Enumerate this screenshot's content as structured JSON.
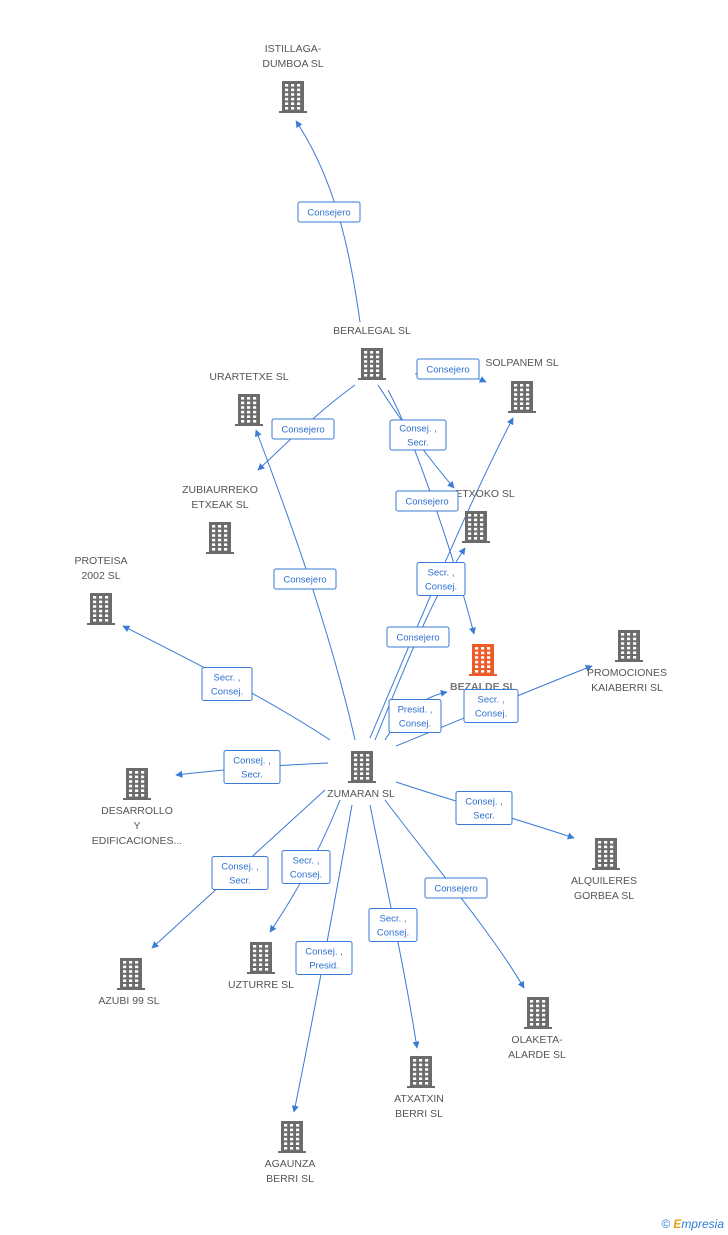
{
  "colors": {
    "edge": "#3a7bd5",
    "node": "#6b6b6b",
    "focus_node": "#f05a28"
  },
  "nodes": [
    {
      "id": "istillaga",
      "label": [
        "ISTILLAGA-",
        "DUMBOA SL"
      ],
      "icon": "building-icon"
    },
    {
      "id": "beralegal",
      "label": [
        "BERALEGAL SL"
      ],
      "icon": "building-icon"
    },
    {
      "id": "solpanem",
      "label": [
        "SOLPANEM SL"
      ],
      "icon": "building-icon"
    },
    {
      "id": "urartetxe",
      "label": [
        "URARTETXE SL"
      ],
      "icon": "building-icon"
    },
    {
      "id": "zubiaurreko",
      "label": [
        "ZUBIAURREKO",
        "ETXEAK SL"
      ],
      "icon": "building-icon"
    },
    {
      "id": "etxoko",
      "label": [
        "ETXOKO SL"
      ],
      "icon": "building-icon"
    },
    {
      "id": "proteisa",
      "label": [
        "PROTEISA",
        "2002 SL"
      ],
      "icon": "building-icon"
    },
    {
      "id": "bezalde",
      "label": [
        "BEZALDE SL"
      ],
      "icon": "building-icon",
      "focus": true
    },
    {
      "id": "promociones",
      "label": [
        "PROMOCIONES",
        "KAIABERRI SL"
      ],
      "icon": "building-icon"
    },
    {
      "id": "zumaran",
      "label": [
        "ZUMARAN SL"
      ],
      "icon": "building-icon"
    },
    {
      "id": "desarrollo",
      "label": [
        "DESARROLLO",
        "Y",
        "EDIFICACIONES..."
      ],
      "icon": "building-icon"
    },
    {
      "id": "alquileres",
      "label": [
        "ALQUILERES",
        "GORBEA SL"
      ],
      "icon": "building-icon"
    },
    {
      "id": "azubi",
      "label": [
        "AZUBI 99 SL"
      ],
      "icon": "building-icon"
    },
    {
      "id": "uzturre",
      "label": [
        "UZTURRE SL"
      ],
      "icon": "building-icon"
    },
    {
      "id": "olaketa",
      "label": [
        "OLAKETA-",
        "ALARDE SL"
      ],
      "icon": "building-icon"
    },
    {
      "id": "atxatxin",
      "label": [
        "ATXATXIN",
        "BERRI SL"
      ],
      "icon": "building-icon"
    },
    {
      "id": "agaunza",
      "label": [
        "AGAUNZA",
        "BERRI SL"
      ],
      "icon": "building-icon"
    }
  ],
  "edges": [
    {
      "from": "beralegal",
      "to": "istillaga",
      "label": [
        "Consejero"
      ]
    },
    {
      "from": "beralegal",
      "to": "solpanem",
      "label": [
        "Consejero"
      ]
    },
    {
      "from": "beralegal",
      "to": "zubiaurreko",
      "label": [
        "Consejero"
      ]
    },
    {
      "from": "beralegal",
      "to": "etxoko",
      "label": [
        "Consej. ,",
        "Secr."
      ]
    },
    {
      "from": "beralegal",
      "to": "bezalde",
      "label": [
        "Consejero"
      ]
    },
    {
      "from": "zumaran",
      "to": "urartetxe",
      "label": [
        "Consejero"
      ]
    },
    {
      "from": "zumaran",
      "to": "solpanem",
      "label": [
        "Secr. ,",
        "Consej."
      ]
    },
    {
      "from": "zumaran",
      "to": "etxoko",
      "label": [
        "Consejero"
      ]
    },
    {
      "from": "zumaran",
      "to": "proteisa",
      "label": [
        "Secr. ,",
        "Consej."
      ]
    },
    {
      "from": "zumaran",
      "to": "bezalde",
      "label": [
        "Presid. ,",
        "Consej."
      ]
    },
    {
      "from": "zumaran",
      "to": "promociones",
      "label": [
        "Secr. ,",
        "Consej."
      ]
    },
    {
      "from": "zumaran",
      "to": "desarrollo",
      "label": [
        "Consej. ,",
        "Secr."
      ]
    },
    {
      "from": "zumaran",
      "to": "alquileres",
      "label": [
        "Consej. ,",
        "Secr."
      ]
    },
    {
      "from": "zumaran",
      "to": "azubi",
      "label": [
        "Consej. ,",
        "Secr."
      ]
    },
    {
      "from": "zumaran",
      "to": "uzturre",
      "label": [
        "Secr. ,",
        "Consej."
      ]
    },
    {
      "from": "zumaran",
      "to": "olaketa",
      "label": [
        "Consejero"
      ]
    },
    {
      "from": "zumaran",
      "to": "atxatxin",
      "label": [
        "Secr. ,",
        "Consej."
      ]
    },
    {
      "from": "zumaran",
      "to": "agaunza",
      "label": [
        "Consej. ,",
        "Presid."
      ]
    }
  ],
  "brand": {
    "copyright": "©",
    "first_letter": "E",
    "rest": "mpresia"
  }
}
